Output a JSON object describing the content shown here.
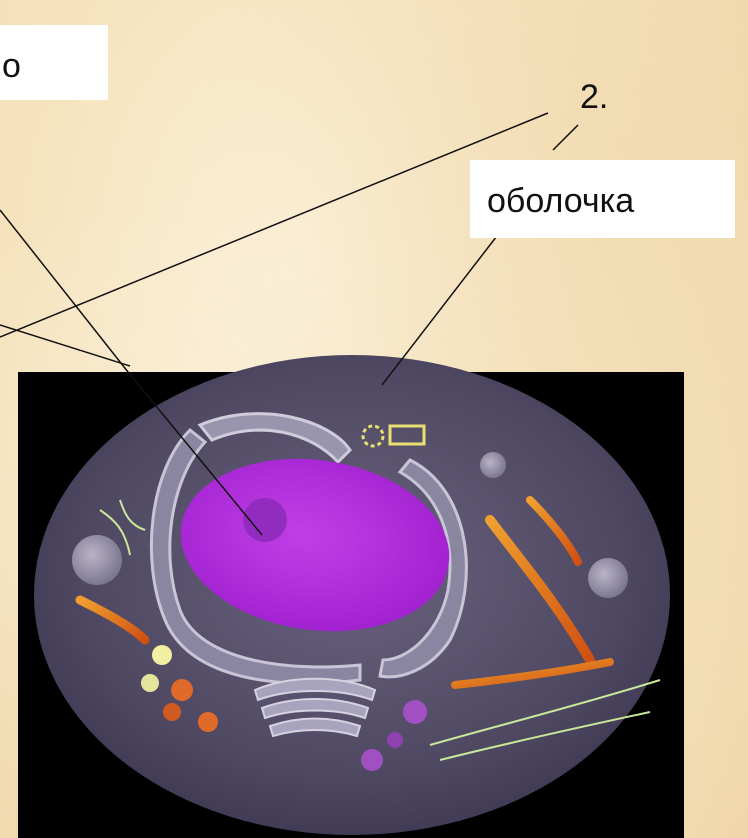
{
  "labels": {
    "top_left": "о",
    "number": "2.",
    "membrane": "оболочка"
  },
  "colors": {
    "background": "#f6e3bd",
    "cell_photo_bg": "#000000",
    "cytoplasm": "#57506a",
    "nucleus": "#b030d8",
    "leader_lines": "#111111"
  }
}
